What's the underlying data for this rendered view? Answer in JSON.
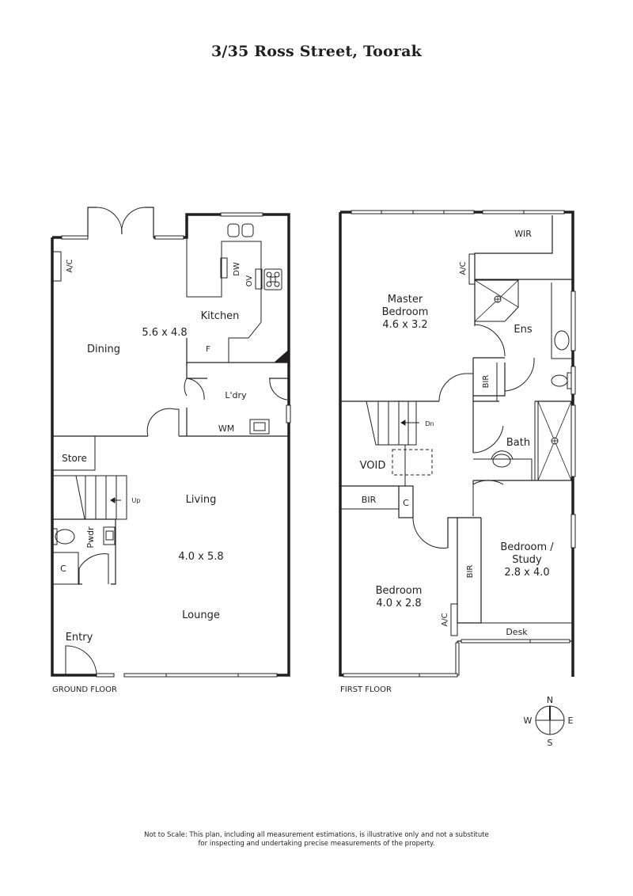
{
  "title": "3/35 Ross Street, Toorak",
  "ground_floor": {
    "label": "GROUND FLOOR",
    "rooms": [
      {
        "name": "Dining",
        "dimensions": "5.6 x 4.8"
      },
      {
        "name": "Kitchen"
      },
      {
        "name": "L'dry"
      },
      {
        "name": "Store"
      },
      {
        "name": "Living",
        "dimensions": "4.0 x 5.8"
      },
      {
        "name": "Lounge"
      },
      {
        "name": "Pwdr"
      },
      {
        "name": "C"
      },
      {
        "name": "Entry"
      }
    ],
    "fixtures": {
      "ac": "A/C",
      "dw": "DW",
      "ov": "OV",
      "f": "F",
      "wm": "WM",
      "up": "Up"
    }
  },
  "first_floor": {
    "label": "FIRST FLOOR",
    "rooms": [
      {
        "name": "Master Bedroom",
        "line1": "Master",
        "line2": "Bedroom",
        "dimensions": "4.6 x 3.2"
      },
      {
        "name": "WIR"
      },
      {
        "name": "Ens"
      },
      {
        "name": "BIR"
      },
      {
        "name": "Bath"
      },
      {
        "name": "VOID"
      },
      {
        "name": "BIR"
      },
      {
        "name": "C"
      },
      {
        "name": "Bedroom",
        "dimensions": "4.0 x 2.8"
      },
      {
        "name": "BIR"
      },
      {
        "name": "Bedroom / Study",
        "line1": "Bedroom /",
        "line2": "Study",
        "dimensions": "2.8 x 4.0"
      },
      {
        "name": "Desk"
      }
    ],
    "fixtures": {
      "ac": "A/C",
      "dn": "Dn"
    }
  },
  "compass": {
    "n": "N",
    "e": "E",
    "s": "S",
    "w": "W"
  },
  "disclaimer": {
    "line1": "Not to Scale: This plan, including all measurement estimations, is illustrative only and not a substitute",
    "line2": "for inspecting and undertaking precise measurements of the property."
  }
}
